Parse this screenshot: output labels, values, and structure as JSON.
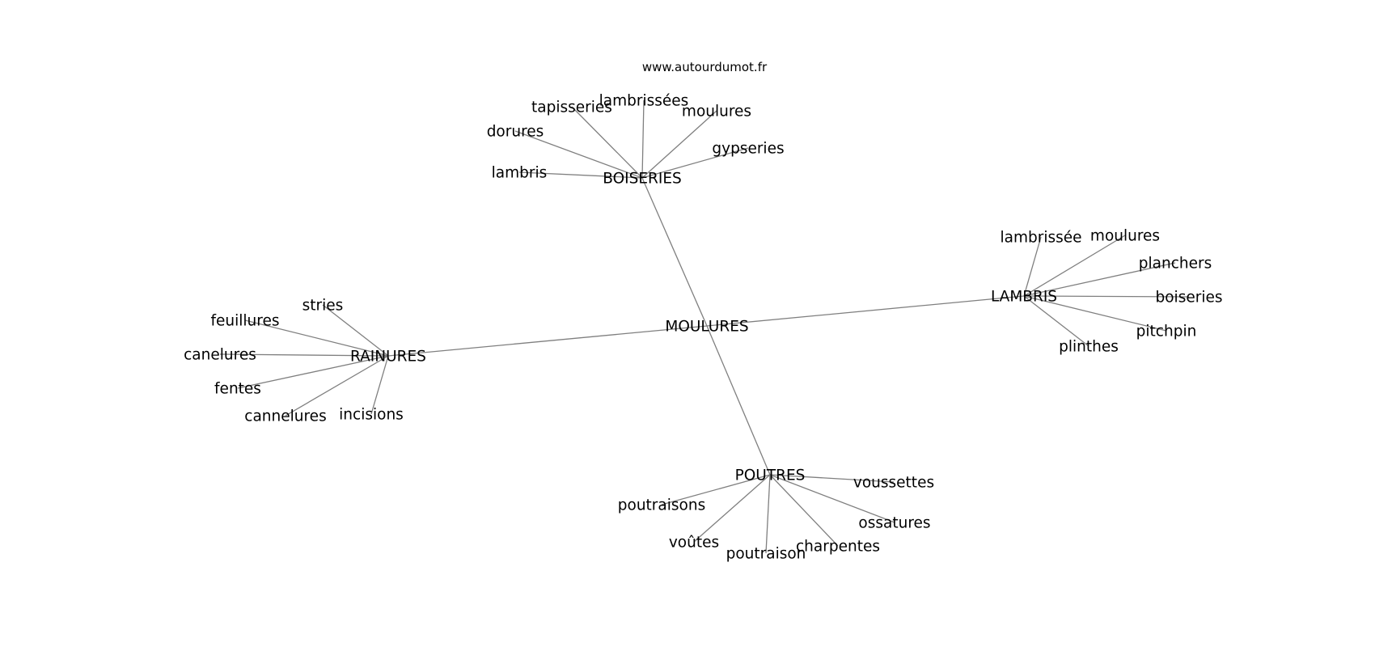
{
  "source": "www.autourdumot.fr",
  "center": "MOULURES",
  "clusters": [
    {
      "hub": "BOISERIES",
      "leaves": [
        "lambrissées",
        "tapisseries",
        "moulures",
        "dorures",
        "gypseries",
        "lambris"
      ]
    },
    {
      "hub": "LAMBRIS",
      "leaves": [
        "lambrissée",
        "moulures",
        "planchers",
        "boiseries",
        "pitchpin",
        "plinthes"
      ]
    },
    {
      "hub": "RAINURES",
      "leaves": [
        "stries",
        "feuillures",
        "canelures",
        "fentes",
        "cannelures",
        "incisions"
      ]
    },
    {
      "hub": "POUTRES",
      "leaves": [
        "voussettes",
        "poutraisons",
        "ossatures",
        "charpentes",
        "voûtes",
        "poutraison"
      ]
    }
  ],
  "colors": {
    "edge": "#7f7f7f",
    "text": "#000000",
    "background": "#ffffff"
  }
}
